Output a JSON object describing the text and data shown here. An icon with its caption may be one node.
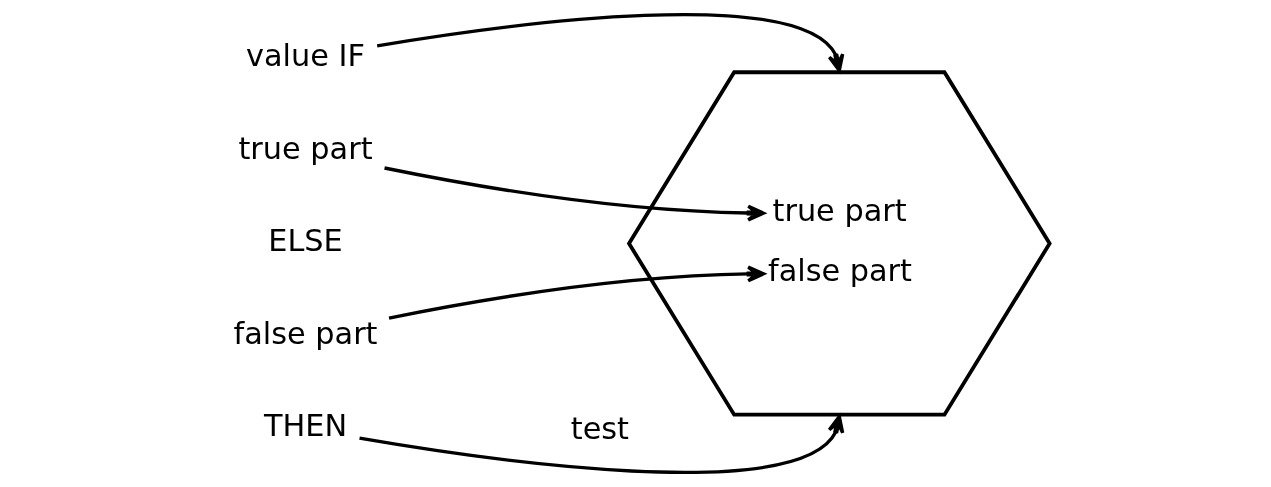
{
  "diagram": {
    "nodes": [
      {
        "text": [
          "value IF"
        ]
      },
      {
        "text": [
          "true part"
        ]
      },
      {
        "text": [
          "ELSE"
        ]
      },
      {
        "text": [
          "false part"
        ]
      },
      {
        "text": [
          "THEN"
        ]
      },
      {
        "text": [
          "true part",
          "false part"
        ],
        "beside": [
          "test"
        ]
      }
    ],
    "edges": [
      {
        "from": 0,
        "to": 5,
        "arrow": "to"
      },
      {
        "from": 1,
        "to": 5,
        "arrow": "to"
      },
      {
        "from": 3,
        "to": 5,
        "arrow": "to"
      },
      {
        "from": 4,
        "to": 5,
        "arrow": "to"
      }
    ]
  }
}
